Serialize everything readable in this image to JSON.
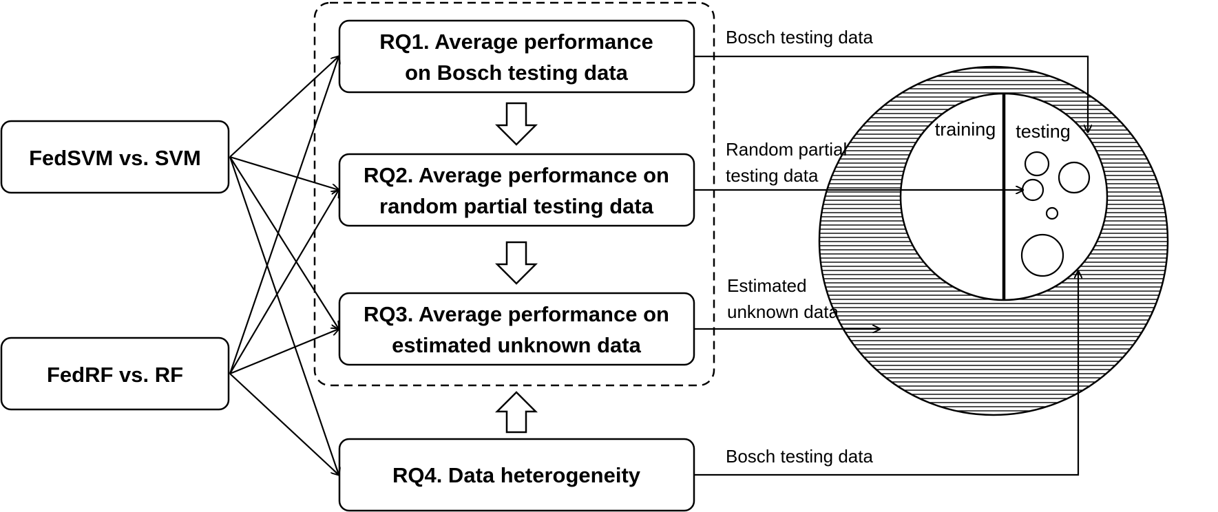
{
  "methods": [
    {
      "label": "FedSVM vs. SVM"
    },
    {
      "label": "FedRF vs. RF"
    }
  ],
  "rqs": [
    {
      "line1": "RQ1. Average performance",
      "line2": "on Bosch testing data"
    },
    {
      "line1": "RQ2. Average performance on",
      "line2": "random partial testing data"
    },
    {
      "line1": "RQ3. Average performance on",
      "line2": "estimated unknown data"
    },
    {
      "line1": "RQ4. Data heterogeneity",
      "line2": ""
    }
  ],
  "connectors": [
    {
      "line1": "Bosch testing data",
      "line2": ""
    },
    {
      "line1": "Random partial",
      "line2": "testing data"
    },
    {
      "line1": "Estimated",
      "line2": "unknown data"
    },
    {
      "line1": "Bosch testing data",
      "line2": ""
    }
  ],
  "dataset": {
    "training_label": "training",
    "testing_label": "testing"
  }
}
